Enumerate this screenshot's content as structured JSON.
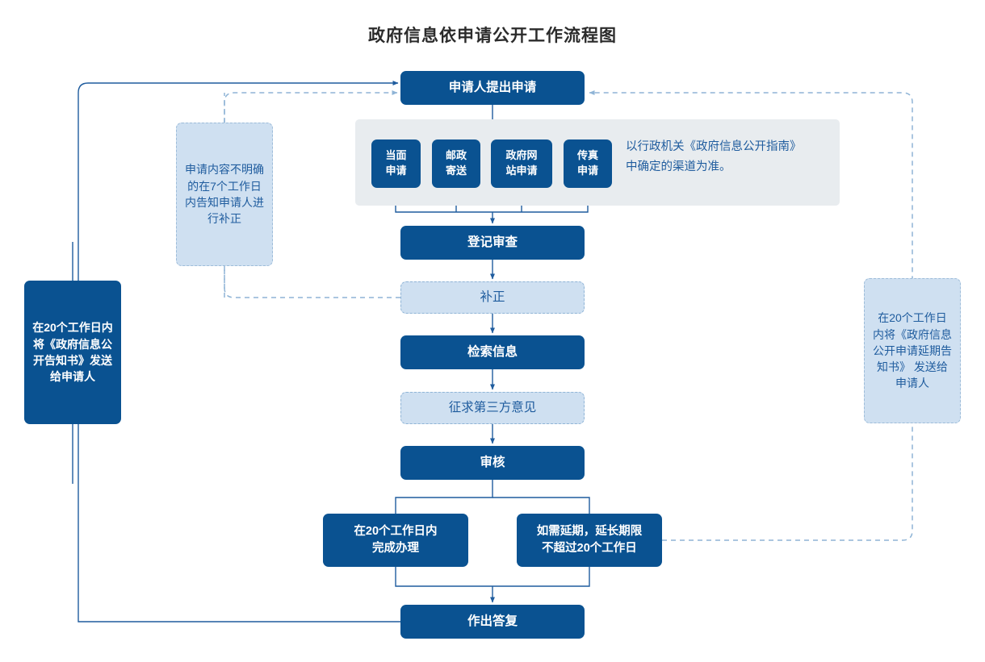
{
  "title": "政府信息依申请公开工作流程图",
  "colors": {
    "primary": "#0a5291",
    "light_fill": "#cfe0f1",
    "light_text": "#1f5c9e",
    "panel_bg": "#e8ecef",
    "line": "#1f5c9e",
    "dashed_line": "#8fb4d6",
    "title_text": "#2b2b2b"
  },
  "nodes": {
    "apply": "申请人提出申请",
    "register": "登记审查",
    "correct": "补正",
    "search": "检索信息",
    "thirdparty": "征求第三方意见",
    "review": "审核",
    "finish20": "在20个工作日内\n完成办理",
    "extend": "如需延期，延长期限\n不超过20个工作日",
    "reply": "作出答复"
  },
  "channels": {
    "items": [
      "当面\n申请",
      "邮政\n寄送",
      "政府网\n站申请",
      "传真\n申请"
    ],
    "note": "以行政机关《政府信息公开指南》\n中确定的渠道为准。"
  },
  "notes": {
    "amend": "申请内容不明确的在7个工作日内告知申请人进行补正",
    "left": "在20个工作日内将《政府信息公开告知书》发送给申请人",
    "right": "在20个工作日内将《政府信息公开申请延期告知书》 发送给申请人"
  },
  "chart_data": {
    "type": "diagram",
    "title": "政府信息依申请公开工作流程图",
    "diagram_type": "flowchart",
    "orientation": "top-to-bottom",
    "nodes": [
      {
        "id": "apply",
        "label": "申请人提出申请",
        "style": "solid-blue"
      },
      {
        "id": "ch-0",
        "label": "当面申请",
        "style": "solid-blue"
      },
      {
        "id": "ch-1",
        "label": "邮政寄送",
        "style": "solid-blue"
      },
      {
        "id": "ch-2",
        "label": "政府网站申请",
        "style": "solid-blue"
      },
      {
        "id": "ch-3",
        "label": "传真申请",
        "style": "solid-blue"
      },
      {
        "id": "register",
        "label": "登记审查",
        "style": "solid-blue"
      },
      {
        "id": "correct",
        "label": "补正",
        "style": "light-blue-dashed"
      },
      {
        "id": "search",
        "label": "检索信息",
        "style": "solid-blue"
      },
      {
        "id": "thirdparty",
        "label": "征求第三方意见",
        "style": "light-blue-dashed"
      },
      {
        "id": "review",
        "label": "审核",
        "style": "solid-blue"
      },
      {
        "id": "finish20",
        "label": "在20个工作日内完成办理",
        "style": "solid-blue"
      },
      {
        "id": "extend",
        "label": "如需延期，延长期限不超过20个工作日",
        "style": "solid-blue"
      },
      {
        "id": "reply",
        "label": "作出答复",
        "style": "solid-blue"
      },
      {
        "id": "note-amend",
        "label": "申请内容不明确的在7个工作日内告知申请人进行补正",
        "style": "light-blue-dashed"
      },
      {
        "id": "note-left",
        "label": "在20个工作日内将《政府信息公开告知书》发送给申请人",
        "style": "solid-blue"
      },
      {
        "id": "note-right",
        "label": "在20个工作日内将《政府信息公开申请延期告知书》 发送给申请人",
        "style": "light-blue-dashed"
      }
    ],
    "edges": [
      {
        "from": "apply",
        "to": "ch-0",
        "style": "solid-arrow"
      },
      {
        "from": "apply",
        "to": "ch-1",
        "style": "solid-arrow"
      },
      {
        "from": "apply",
        "to": "ch-2",
        "style": "solid-arrow"
      },
      {
        "from": "apply",
        "to": "ch-3",
        "style": "solid-arrow"
      },
      {
        "from": "ch-0",
        "to": "register",
        "style": "solid-arrow"
      },
      {
        "from": "ch-1",
        "to": "register",
        "style": "solid-arrow"
      },
      {
        "from": "ch-2",
        "to": "register",
        "style": "solid-arrow"
      },
      {
        "from": "ch-3",
        "to": "register",
        "style": "solid-arrow"
      },
      {
        "from": "register",
        "to": "correct",
        "style": "solid-arrow"
      },
      {
        "from": "correct",
        "to": "search",
        "style": "solid-arrow"
      },
      {
        "from": "search",
        "to": "thirdparty",
        "style": "solid-arrow"
      },
      {
        "from": "thirdparty",
        "to": "review",
        "style": "solid-arrow"
      },
      {
        "from": "review",
        "to": "finish20",
        "style": "solid"
      },
      {
        "from": "review",
        "to": "extend",
        "style": "solid"
      },
      {
        "from": "finish20",
        "to": "reply",
        "style": "solid-arrow"
      },
      {
        "from": "extend",
        "to": "reply",
        "style": "solid-arrow"
      },
      {
        "from": "reply",
        "to": "apply",
        "style": "solid-arrow",
        "route": "left-loop"
      },
      {
        "from": "correct",
        "to": "apply",
        "style": "dashed-arrow",
        "route": "left-loop"
      },
      {
        "from": "extend",
        "to": "apply",
        "style": "dashed-arrow",
        "route": "right-loop"
      }
    ]
  }
}
